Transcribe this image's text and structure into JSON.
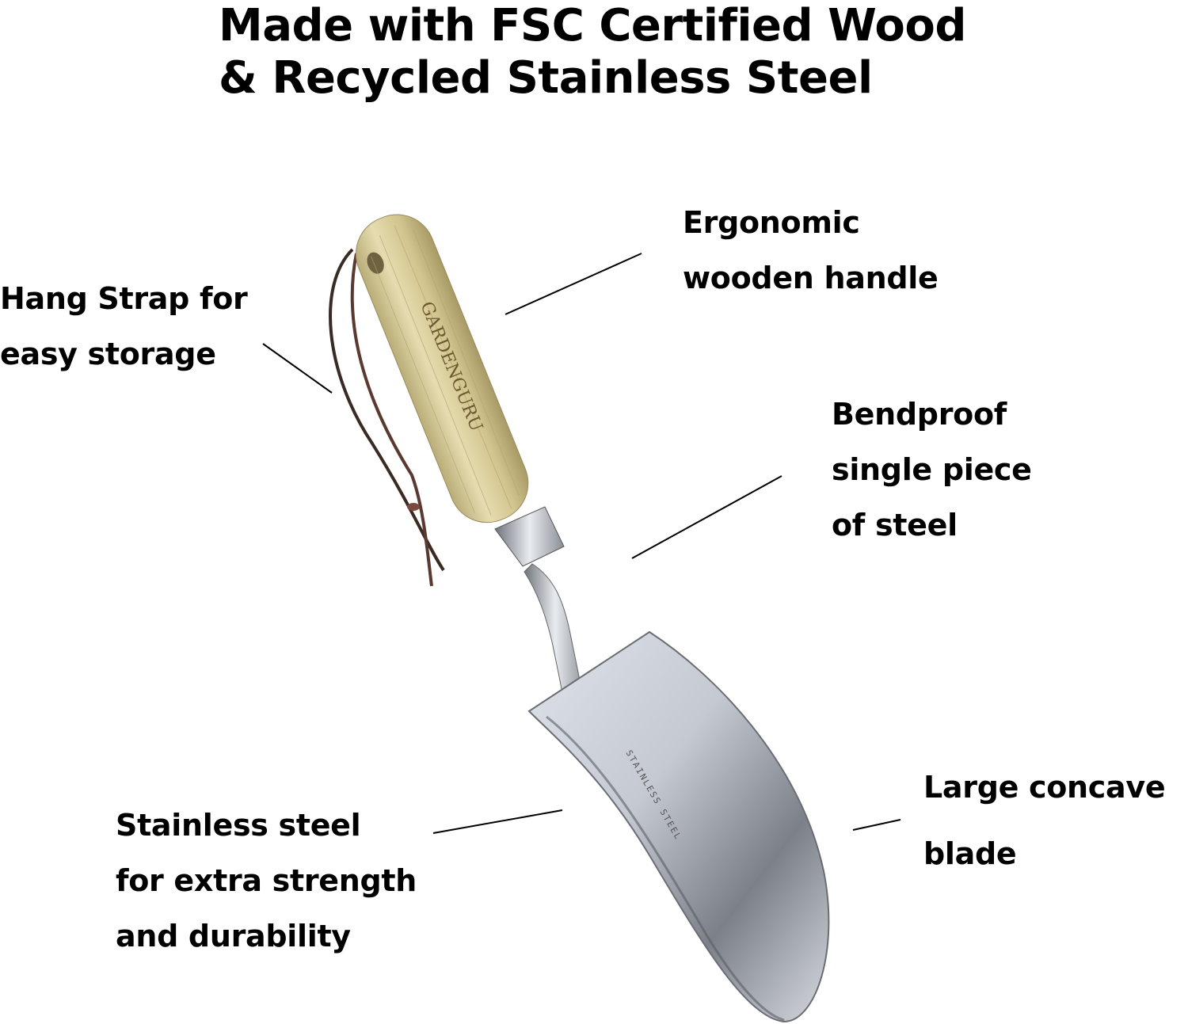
{
  "title": {
    "line1": "Made with FSC Certified Wood",
    "line2": "& Recycled Stainless Steel"
  },
  "callouts": {
    "hang_strap": {
      "line1": "Hang Strap for",
      "line2": "easy storage"
    },
    "handle": {
      "line1": "Ergonomic",
      "line2": "wooden handle"
    },
    "bendproof": {
      "line1": "Bendproof",
      "line2": "single piece",
      "line3": "of steel"
    },
    "blade": {
      "line1": "Large concave",
      "line2": "blade"
    },
    "stainless": {
      "line1": "Stainless steel",
      "line2": "for extra strength",
      "line3": "and durability"
    }
  },
  "product": {
    "handle_engraving": "GARDENGURU",
    "blade_engraving": "STAINLESS STEEL"
  },
  "colors": {
    "text": "#000000",
    "wood": "#d9cc98",
    "steel": "#b8bcc4",
    "strap": "#3a2a24"
  }
}
